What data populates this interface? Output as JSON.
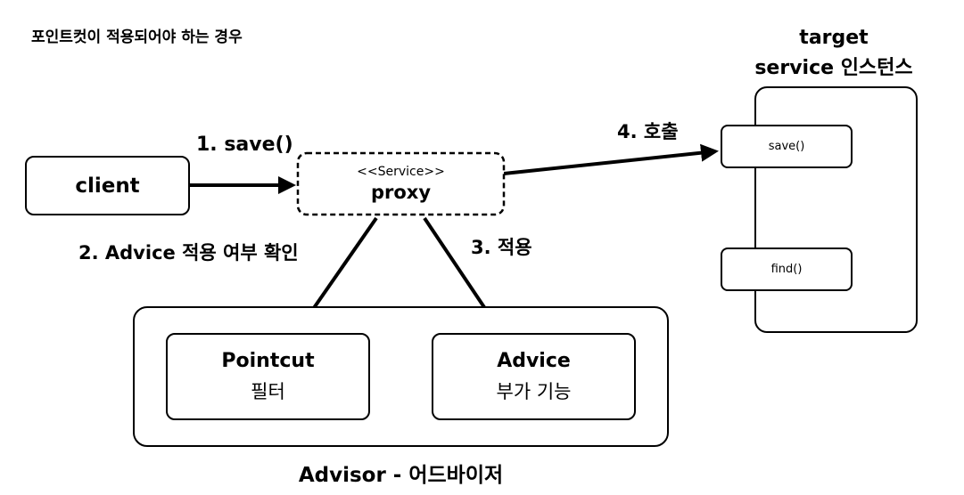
{
  "heading": "포인트컷이 적용되어야 하는 경우",
  "client": {
    "label": "client"
  },
  "proxy": {
    "stereotype": "<<Service>>",
    "label": "proxy"
  },
  "target": {
    "title_line1": "target",
    "title_line2": "service 인스턴스",
    "methods": [
      "save()",
      "find()"
    ]
  },
  "advisor": {
    "caption": "Advisor - 어드바이저",
    "pointcut": {
      "name": "Pointcut",
      "desc": "필터"
    },
    "advice": {
      "name": "Advice",
      "desc": "부가 기능"
    }
  },
  "steps": {
    "step1": "1. save()",
    "step2": "2. Advice 적용 여부 확인",
    "step3": "3. 적용",
    "step4": "4. 호출"
  },
  "colors": {
    "stroke": "#000000",
    "background": "#ffffff"
  }
}
